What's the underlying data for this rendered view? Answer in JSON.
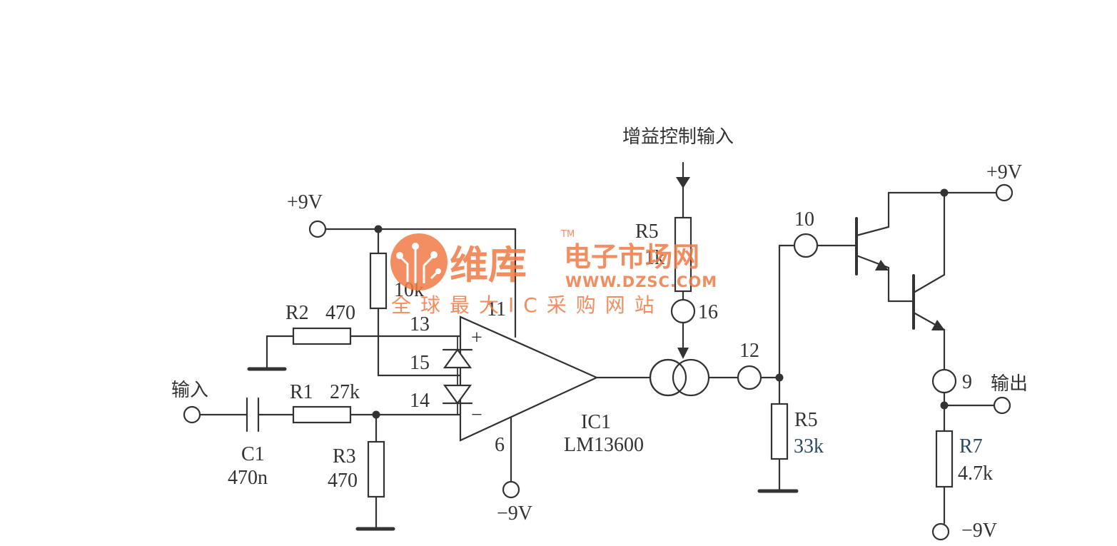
{
  "labels": {
    "gain_control_input": "增益控制输入",
    "vplus_left": "+9V",
    "vplus_right": "+9V",
    "vminus_ic": "−9V",
    "vminus_right": "−9V",
    "input": "输入",
    "output": "输出",
    "r1_name": "R1",
    "r1_value": "27k",
    "r2_name": "R2",
    "r2_value": "470",
    "r3_name": "R3",
    "r3_value": "470",
    "r4_value": "10k",
    "r5_top_name": "R5",
    "r5_top_value": "1k",
    "r5_bottom_name": "R5",
    "r5_bottom_value": "33k",
    "r7_name": "R7",
    "r7_value": "4.7k",
    "c1_name": "C1",
    "c1_value": "470n",
    "ic_name": "IC1",
    "ic_part": "LM13600",
    "pin_11": "11",
    "pin_13": "13",
    "pin_14": "14",
    "pin_15": "15",
    "pin_6": "6",
    "pin_16": "16",
    "pin_12": "12",
    "pin_10": "10",
    "pin_9": "9",
    "plus_sign": "+",
    "minus_sign": "−"
  },
  "watermark": {
    "brand": "维库",
    "tagline": "电子市场网",
    "url": "WWW.DZSC.COM",
    "slogan": "全球最大IC采购网站",
    "tm": "TM",
    "color": "#f07a45"
  }
}
